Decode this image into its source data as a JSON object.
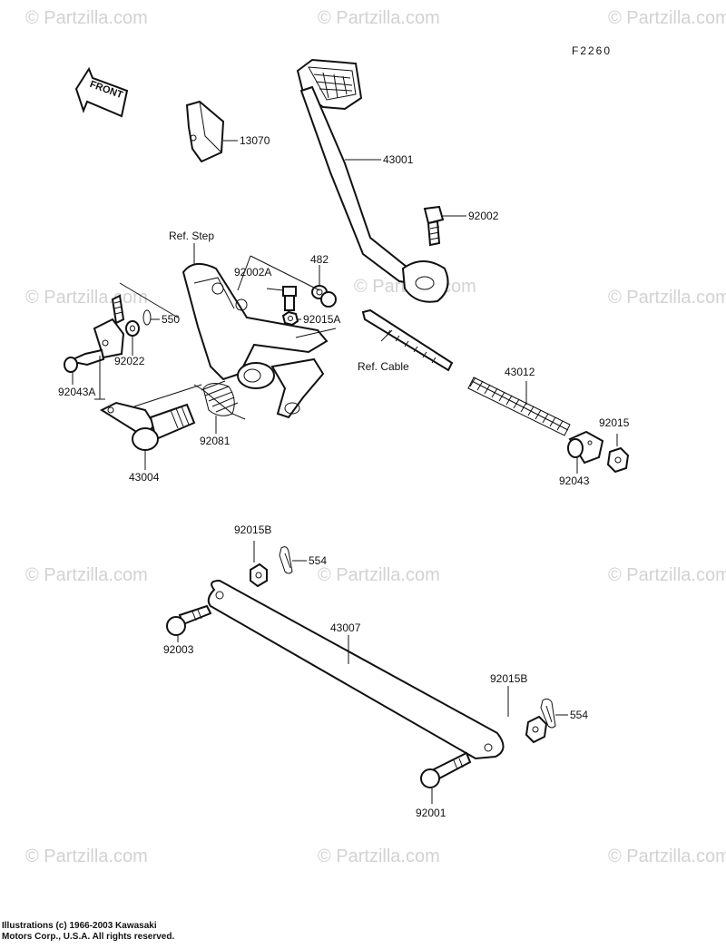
{
  "figure_code": "F2260",
  "front_label": "FRONT",
  "watermark_text": "© Partzilla.com",
  "copyright_line1": "Illustrations (c) 1966-2003 Kawasaki",
  "copyright_line2": "Motors Corp., U.S.A.  All rights reserved.",
  "labels": {
    "p13070": "13070",
    "p43001": "43001",
    "p92002": "92002",
    "ref_step": "Ref. Step",
    "p482": "482",
    "p92002A": "92002A",
    "p550": "550",
    "p92015A": "92015A",
    "p92022": "92022",
    "ref_cable": "Ref. Cable",
    "p43012": "43012",
    "p92043A": "92043A",
    "p92081": "92081",
    "p92015": "92015",
    "p43004": "43004",
    "p92043": "92043",
    "p92015B_top": "92015B",
    "p554_top": "554",
    "p43007": "43007",
    "p92003": "92003",
    "p92015B_bottom": "92015B",
    "p554_bottom": "554",
    "p92001": "92001"
  }
}
